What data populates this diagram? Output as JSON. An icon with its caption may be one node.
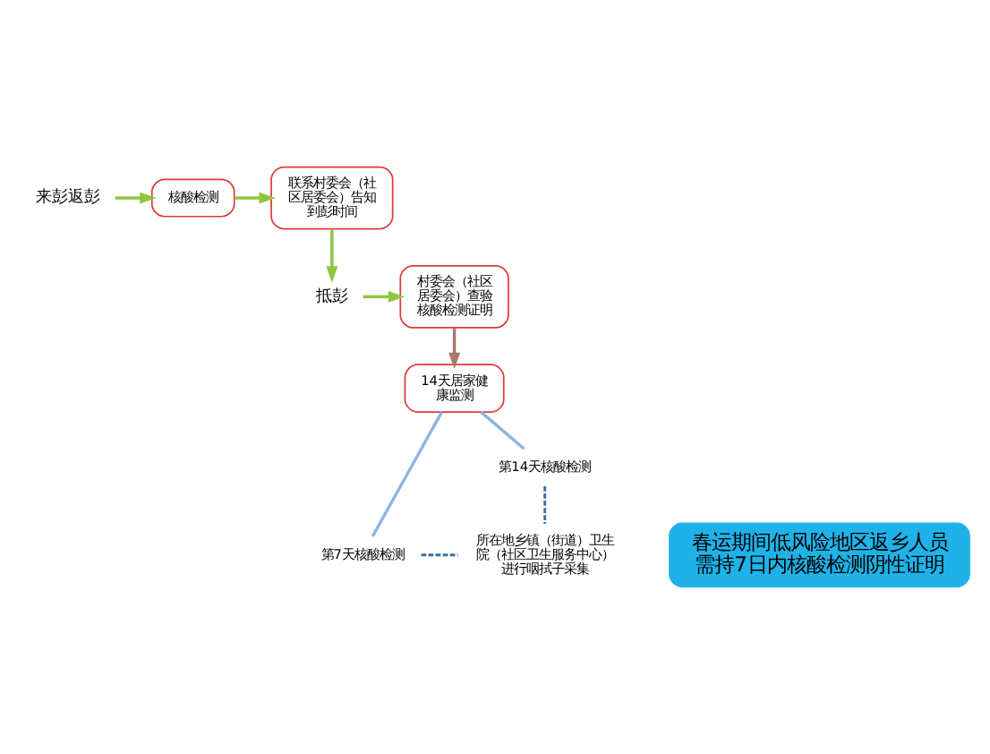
{
  "diagram": {
    "nodes": [
      {
        "text": [
          "来彭返彭"
        ]
      },
      {
        "text": [
          "核酸检测"
        ]
      },
      {
        "text": [
          "联系村委会（社区居委会）告知到彭时间"
        ]
      },
      {
        "text": [
          "抵彭"
        ]
      },
      {
        "text": [
          "村委会（社区居委会）查验核酸检测证明"
        ]
      },
      {
        "text": [
          "14天居家健康监测"
        ]
      },
      {
        "text": [
          "第7天核酸检测"
        ]
      },
      {
        "text": [
          "第14天核酸检测"
        ]
      },
      {
        "text": [
          "所在地乡镇（街道）卫生院（社区卫生服务中心）进行咽拭子采集"
        ]
      },
      {
        "text": [
          "春运期间低风险地区返乡人员需持7日内核酸检测阴性证明"
        ]
      }
    ],
    "edges": [
      {
        "from": 0,
        "to": 1,
        "arrow": "to"
      },
      {
        "from": 1,
        "to": 2,
        "arrow": "to"
      },
      {
        "from": 2,
        "to": 3,
        "arrow": "to"
      },
      {
        "from": 3,
        "to": 4,
        "arrow": "to"
      },
      {
        "from": 4,
        "to": 5,
        "arrow": "to",
        "color": "#a8786c"
      },
      {
        "from": 5,
        "to": 6,
        "arrow": "none",
        "color": "#8fb4e3"
      },
      {
        "from": 5,
        "to": 7,
        "arrow": "none",
        "color": "#8fb4e3"
      },
      {
        "from": 6,
        "to": 8,
        "arrow": "none",
        "style": "dashed",
        "color": "#3a6ea5"
      },
      {
        "from": 7,
        "to": 8,
        "arrow": "none",
        "style": "dashed",
        "color": "#3a6ea5"
      }
    ]
  }
}
